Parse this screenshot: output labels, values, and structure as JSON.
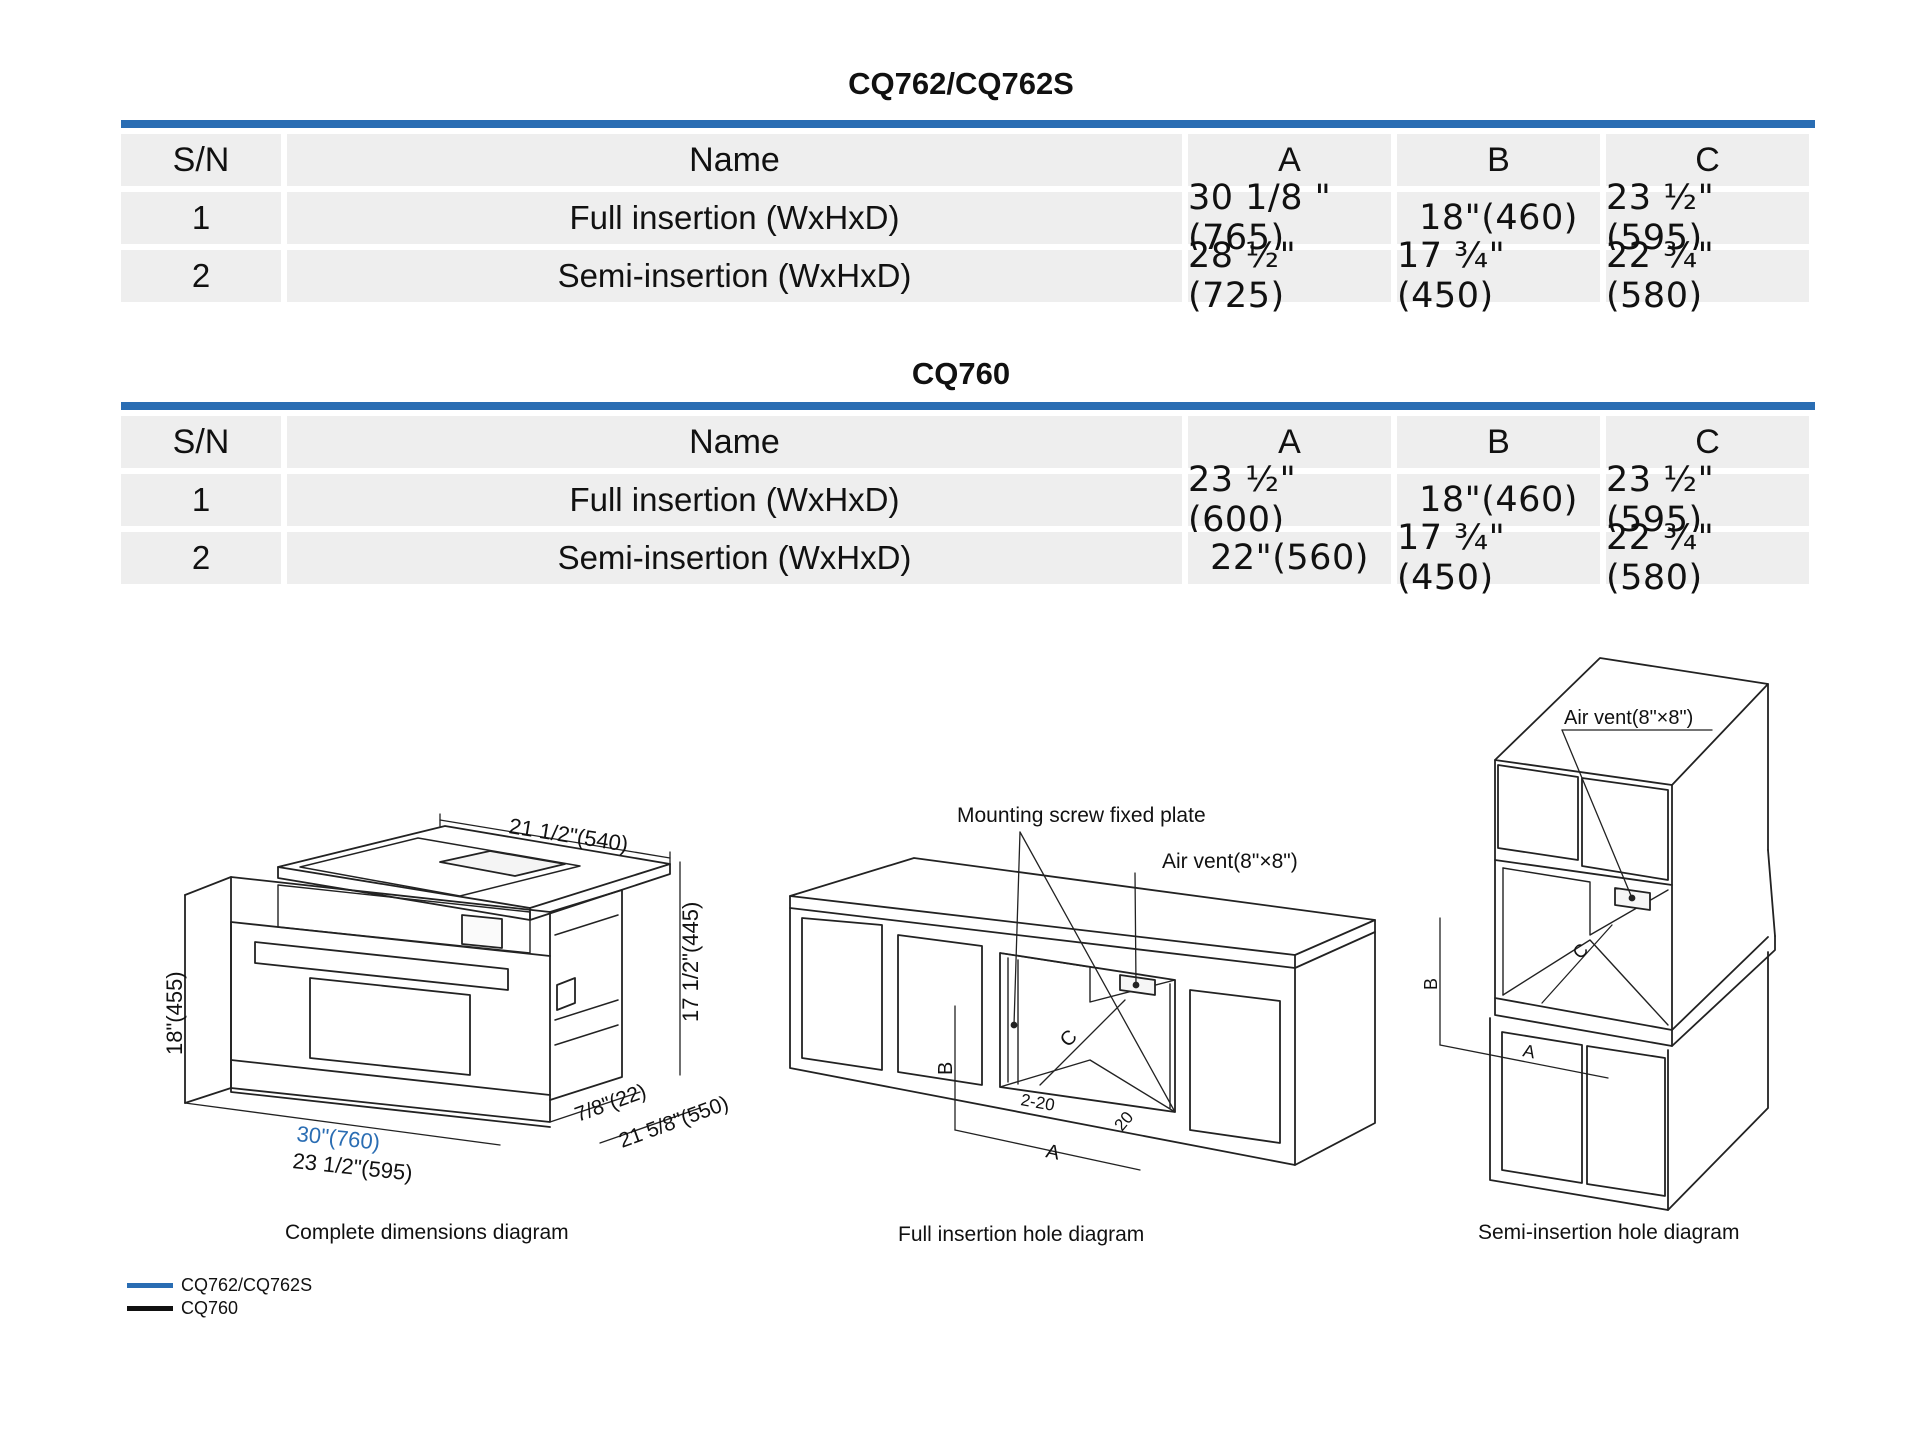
{
  "tables": [
    {
      "title": "CQ762/CQ762S",
      "headers": [
        "S/N",
        "Name",
        "A",
        "B",
        "C"
      ],
      "rows": [
        [
          "1",
          "Full insertion (WxHxD)",
          "30 1/8 \"(765)",
          "18\"(460)",
          "23 ½\"(595)"
        ],
        [
          "2",
          "Semi-insertion (WxHxD)",
          "28 ½\"(725)",
          "17 ¾\"(450)",
          "22 ¾\"(580)"
        ]
      ]
    },
    {
      "title": "CQ760",
      "headers": [
        "S/N",
        "Name",
        "A",
        "B",
        "C"
      ],
      "rows": [
        [
          "1",
          "Full insertion (WxHxD)",
          "23 ½\"(600)",
          "18\"(460)",
          "23 ½\"(595)"
        ],
        [
          "2",
          "Semi-insertion (WxHxD)",
          "22\"(560)",
          "17 ¾\"(450)",
          "22 ¾\"(580)"
        ]
      ]
    }
  ],
  "diagrams": {
    "complete": {
      "caption": "Complete dimensions diagram",
      "dim_top": "21 1/2\"(540)",
      "dim_right": "17 1/2\"(445)",
      "dim_left": "18\"(455)",
      "dim_front_blue": "30\"(760)",
      "dim_front_black": "23 1/2\"(595)",
      "dim_gap": "7/8\"(22)",
      "dim_depth": "21 5/8\"(550)"
    },
    "full": {
      "caption": "Full insertion hole diagram",
      "label_plate": "Mounting screw fixed plate",
      "label_vent": "Air vent(8\"×8\")",
      "dim_b": "B",
      "dim_c": "C",
      "dim_a": "A",
      "dim_gap": "2-20",
      "dim_20": "20"
    },
    "semi": {
      "caption": "Semi-insertion hole diagram",
      "label_vent": "Air vent(8\"×8\")",
      "dim_b": "B",
      "dim_c": "C",
      "dim_a": "A"
    }
  },
  "legend": [
    {
      "label": "CQ762/CQ762S",
      "color": "#2a6db3"
    },
    {
      "label": "CQ760",
      "color": "#111111"
    }
  ]
}
